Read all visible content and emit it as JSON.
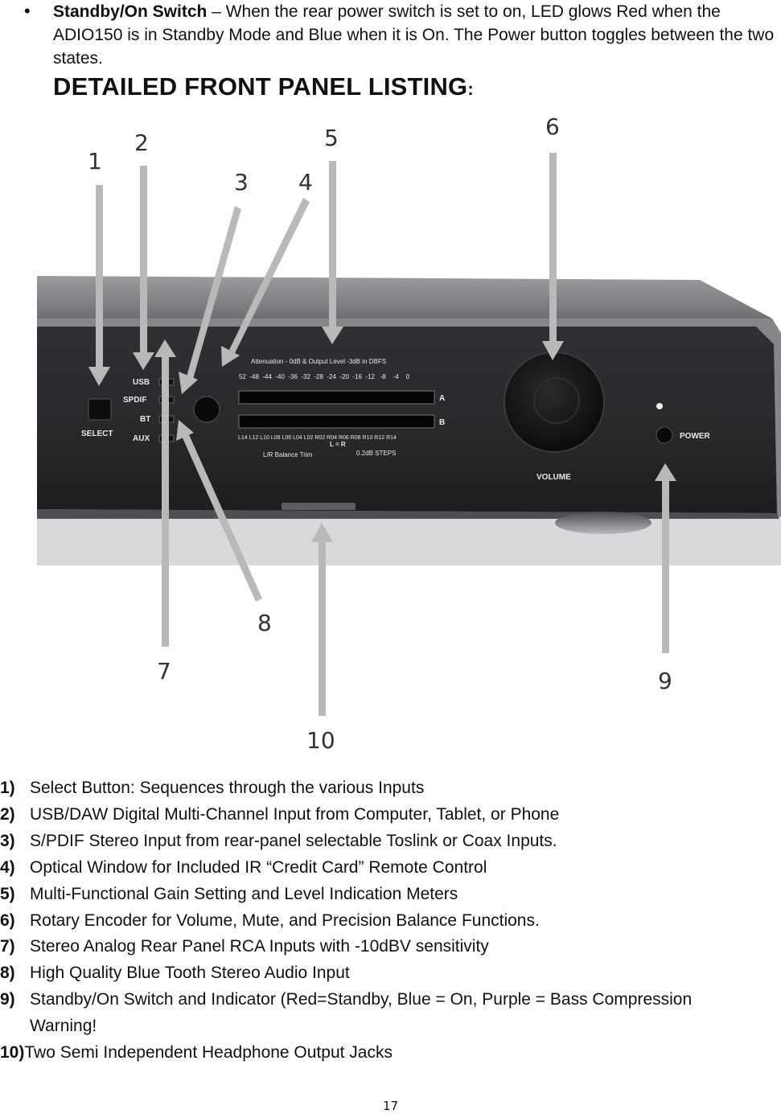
{
  "bullet": {
    "label": "Standby/On Switch",
    "text": " – When the rear power switch is set to on, LED glows Red when the ADIO150 is in Standby Mode and Blue when it is On.  The Power button toggles between the two states."
  },
  "heading": {
    "text": "DETAILED FRONT PANEL LISTING",
    "suffix": ":"
  },
  "figure": {
    "callouts": [
      "1",
      "2",
      "3",
      "4",
      "5",
      "6",
      "7",
      "8",
      "9",
      "10"
    ],
    "panel": {
      "inputs": [
        "USB",
        "SPDIF",
        "BT",
        "AUX"
      ],
      "select_label": "SELECT",
      "meter_title": "Attenuation - 0dB & Output Level -3dB in DBFS",
      "meter_scale": "52  -48  -44  -40  -36  -32  -28  -24  -20  -16  -12   -8    -4    0",
      "channel_a": "A",
      "channel_b": "B",
      "balance_scale": "L14 L12 L10 L08 L06 L04 L02 R02 R04 R06 R08 R10 R12 R14",
      "balance_center": "L = R",
      "balance_label": "L/R Balance Trim",
      "balance_steps": "0.2dB STEPS",
      "volume_label": "VOLUME",
      "power_label": "POWER"
    }
  },
  "list": [
    {
      "num": "1)",
      "text": "Select Button: Sequences through the various Inputs"
    },
    {
      "num": "2)",
      "text": "USB/DAW Digital Multi-Channel Input from Computer, Tablet, or Phone"
    },
    {
      "num": "3)",
      "text": "S/PDIF Stereo Input from rear-panel selectable Toslink or Coax Inputs."
    },
    {
      "num": "4)",
      "text": "Optical Window for Included IR “Credit Card” Remote Control"
    },
    {
      "num": "5)",
      "text": "Multi-Functional Gain Setting and Level Indication Meters"
    },
    {
      "num": "6)",
      "text": "Rotary Encoder for Volume, Mute, and Precision Balance Functions."
    },
    {
      "num": "7)",
      "text": "Stereo Analog Rear Panel RCA Inputs with -10dBV sensitivity"
    },
    {
      "num": "8)",
      "text": "High Quality Blue Tooth Stereo Audio Input"
    },
    {
      "num": "9)",
      "text": "Standby/On Switch and Indicator (Red=Standby, Blue = On, Purple = Bass Compression Warning!"
    },
    {
      "num": "10)",
      "text": "Two Semi Independent Headphone Output Jacks"
    }
  ],
  "page_number": "17"
}
